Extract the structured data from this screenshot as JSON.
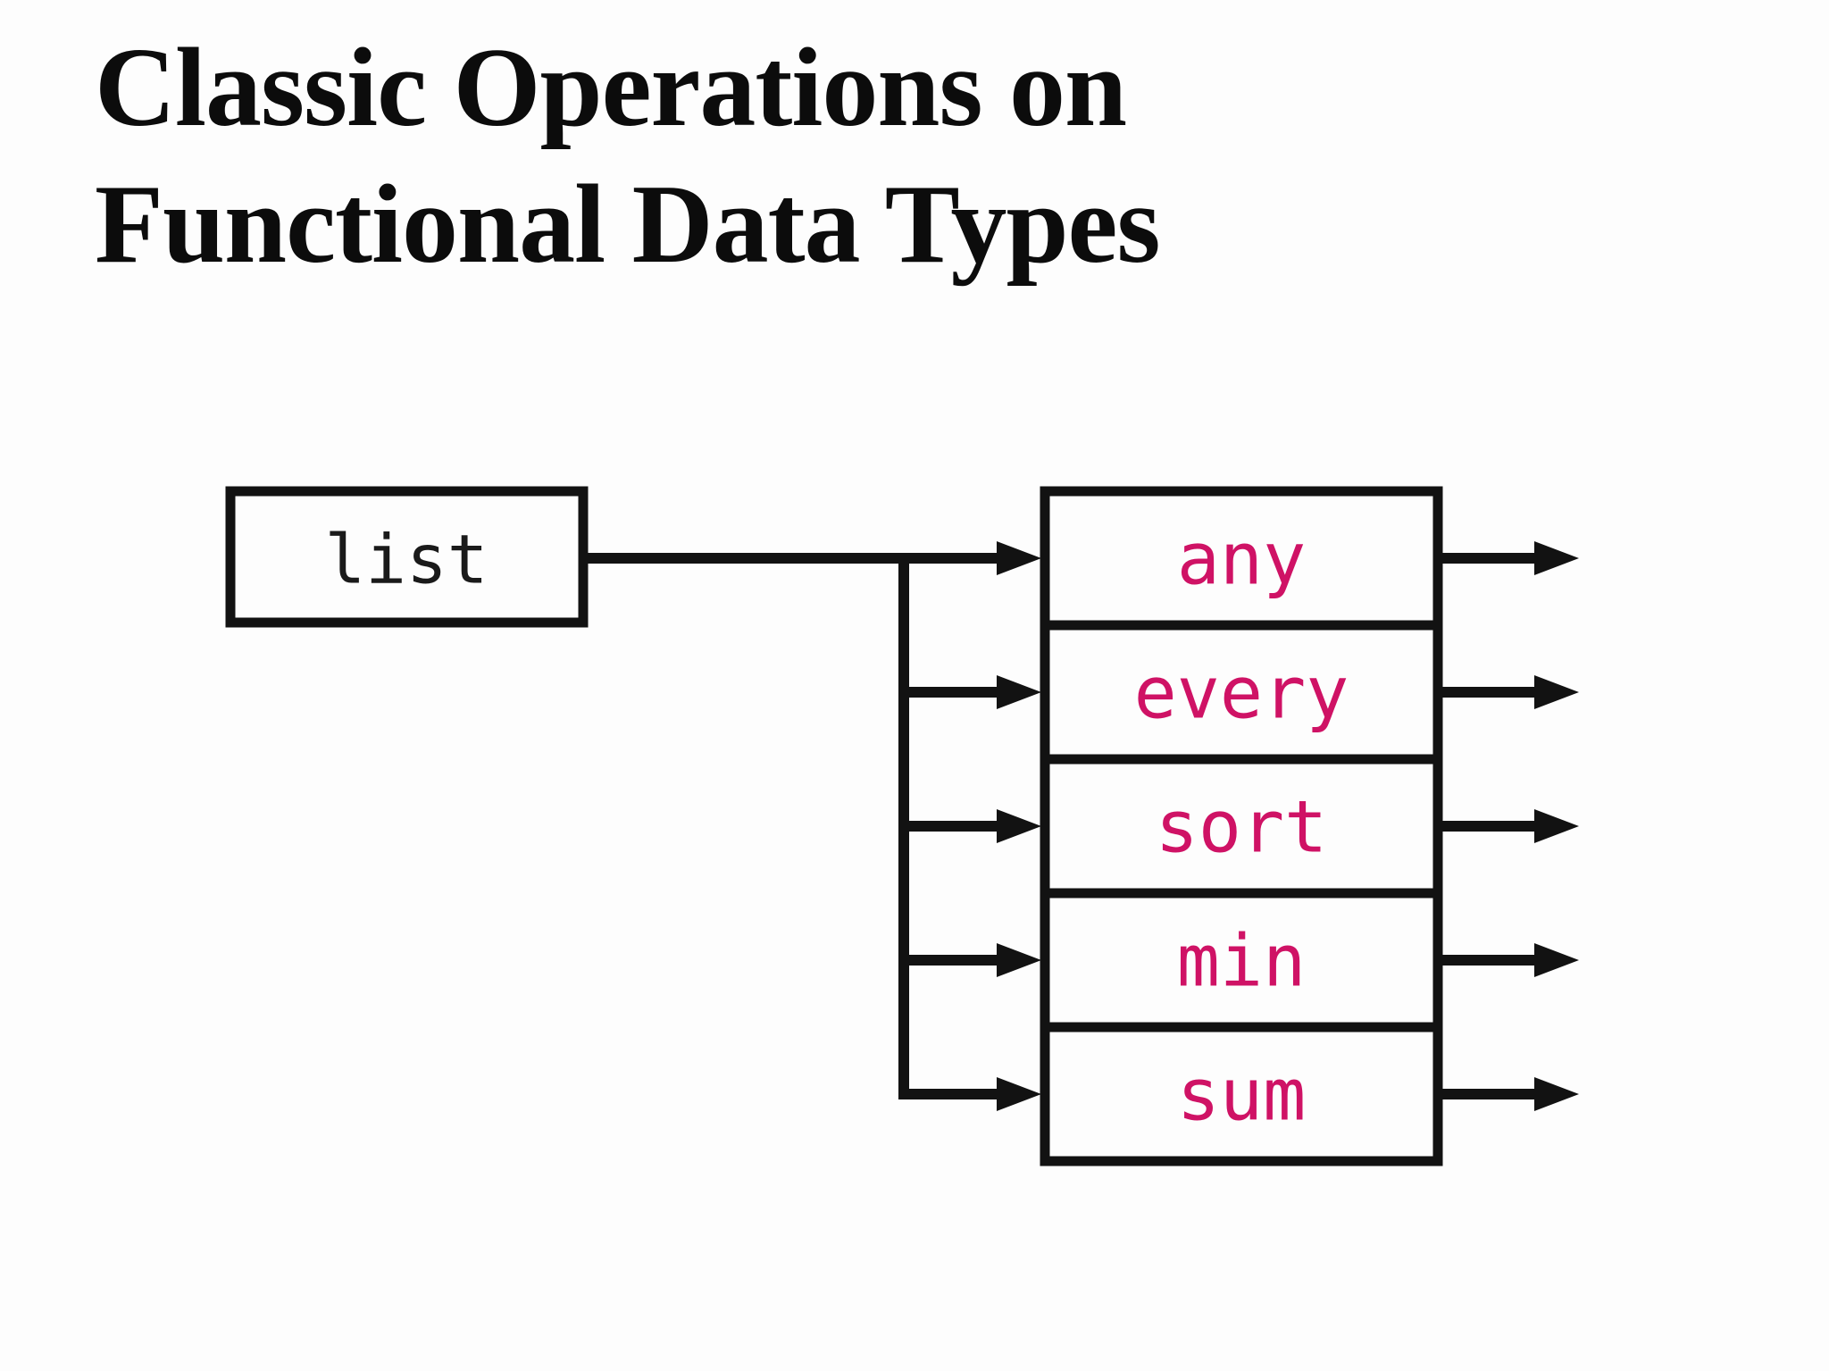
{
  "slide": {
    "title_line1": "Classic Operations on",
    "title_line2": "Functional Data Types"
  },
  "colors": {
    "background": "#fdfdfd",
    "title_text": "#0c0c0c",
    "line": "#121212",
    "accent_label": "#cf1265",
    "source_label": "#1a1a1a"
  },
  "diagram": {
    "source": {
      "label": "list"
    },
    "operations": [
      {
        "label": "any"
      },
      {
        "label": "every"
      },
      {
        "label": "sort"
      },
      {
        "label": "min"
      },
      {
        "label": "sum"
      }
    ]
  }
}
